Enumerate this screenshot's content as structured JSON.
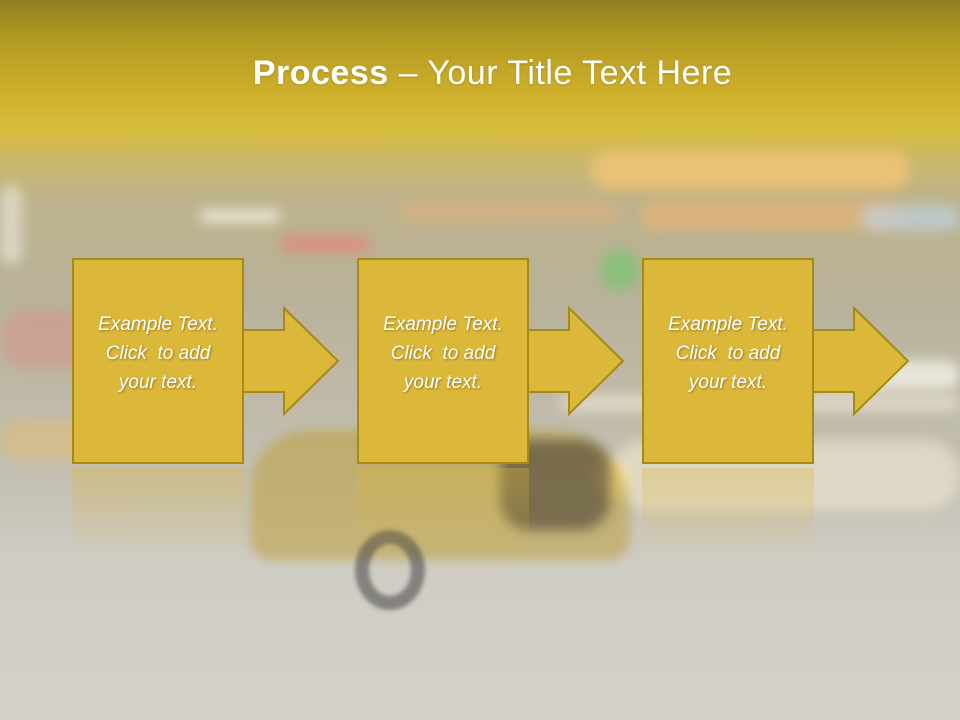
{
  "slide": {
    "title_bold": "Process",
    "title_rest": " – Your Title Text Here",
    "steps": [
      {
        "lines": [
          "Example Text.",
          "Click  to add",
          "your text."
        ]
      },
      {
        "lines": [
          "Example Text.",
          "Click  to add",
          "your text."
        ]
      },
      {
        "lines": [
          "Example Text.",
          "Click  to add",
          "your text."
        ]
      }
    ]
  },
  "colors": {
    "box_fill": "#dcb83a",
    "box_border": "#a58a16",
    "header_gold": "#cfb02c",
    "text": "#ffffff"
  }
}
